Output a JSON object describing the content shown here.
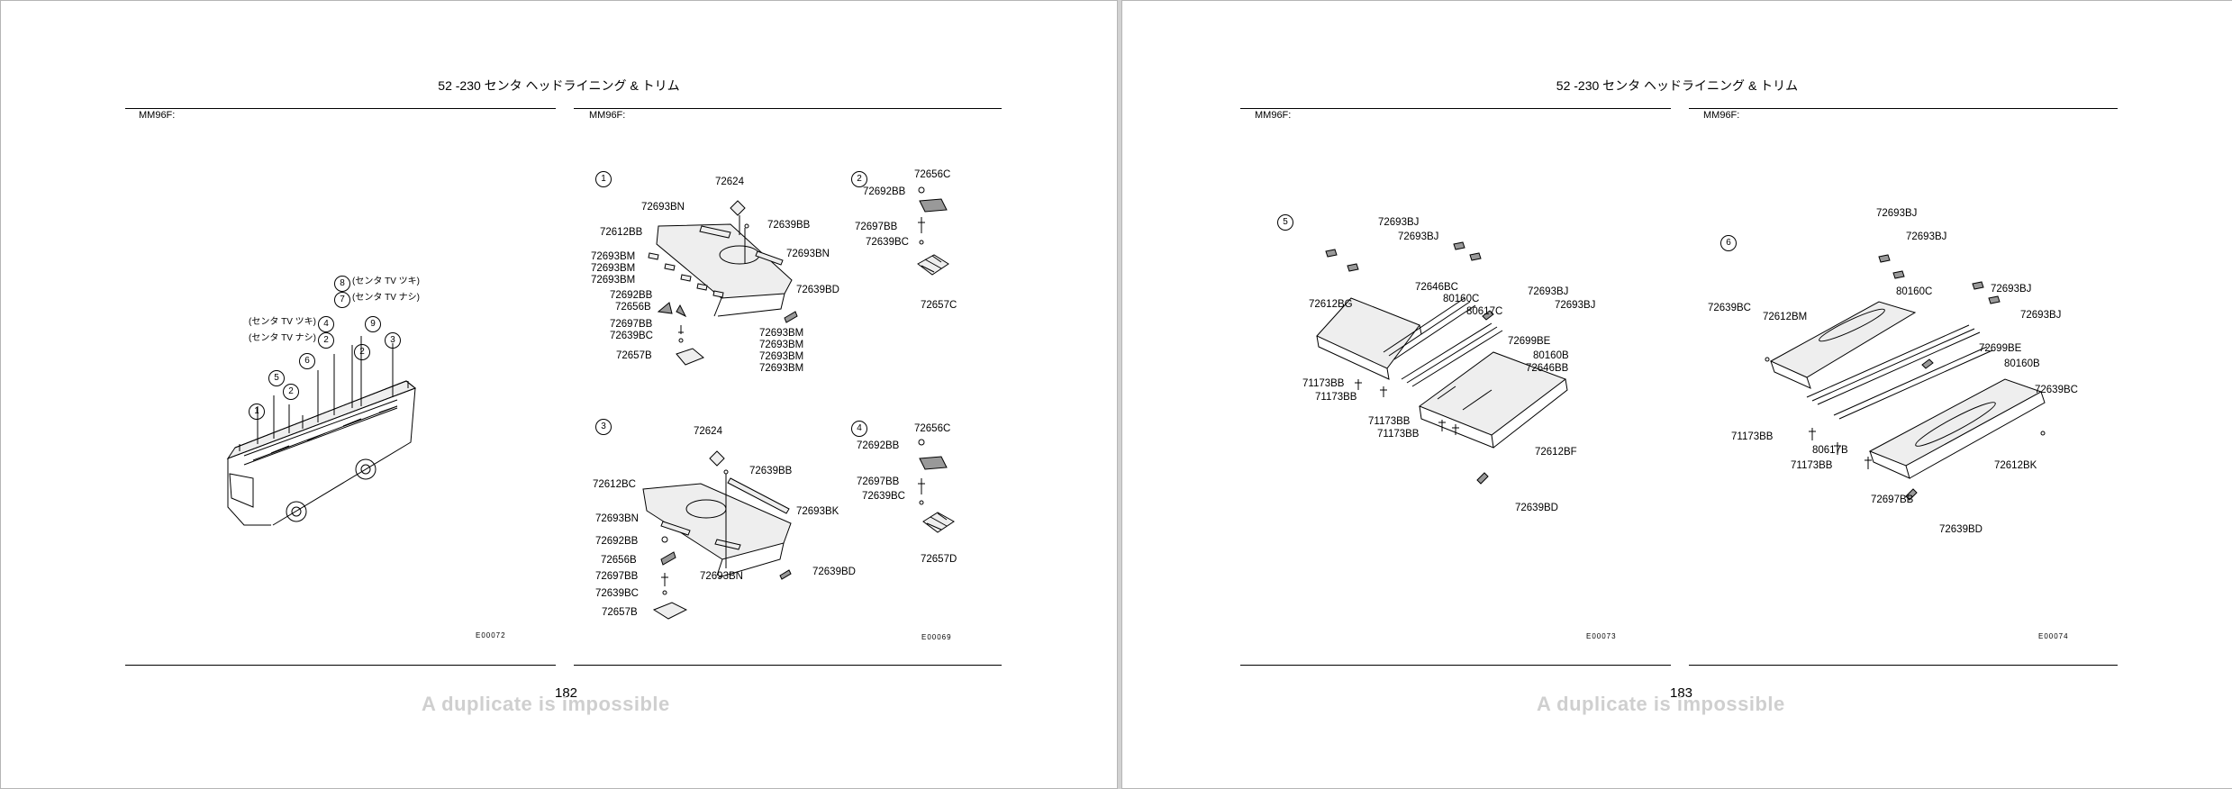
{
  "pages": [
    {
      "title": "52 -230  センタ ヘッドライニング & トリム",
      "model_left": "MM96F:",
      "model_right": "MM96F:",
      "code_left": "E00072",
      "code_right": "E00069",
      "page_number": "182",
      "watermark": "A duplicate is impossible",
      "bus_callouts": [
        {
          "text": "(センタ TV ツキ)"
        },
        {
          "text": "(センタ TV ナシ)"
        },
        {
          "text": "(センタ TV ツキ)"
        },
        {
          "text": "(センタ TV ナシ)"
        },
        {
          "text": "8"
        },
        {
          "text": "7"
        },
        {
          "text": "4"
        },
        {
          "text": "2"
        },
        {
          "text": "6"
        },
        {
          "text": "5"
        },
        {
          "text": "2"
        },
        {
          "text": "1"
        },
        {
          "text": "9"
        },
        {
          "text": "2"
        },
        {
          "text": "3"
        }
      ],
      "diagram1": {
        "marker": "1",
        "labels": [
          "72624",
          "72693BN",
          "72639BB",
          "72612BB",
          "72693BN",
          "72693BM",
          "72693BM",
          "72693BM",
          "72692BB",
          "72656B",
          "72639BD",
          "72697BB",
          "72639BC",
          "72657B",
          "72693BM",
          "72693BM",
          "72693BM",
          "72693BM"
        ]
      },
      "diagram2": {
        "marker": "2",
        "labels": [
          "72656C",
          "72692BB",
          "72697BB",
          "72639BC",
          "72657C"
        ]
      },
      "diagram3": {
        "marker": "3",
        "labels": [
          "72624",
          "72639BB",
          "72612BC",
          "72693BK",
          "72693BN",
          "72692BB",
          "72656B",
          "72697BB",
          "72693BN",
          "72639BD",
          "72639BC",
          "72657B"
        ]
      },
      "diagram4": {
        "marker": "4",
        "labels": [
          "72656C",
          "72692BB",
          "72697BB",
          "72639BC",
          "72657D"
        ]
      }
    },
    {
      "title": "52 -230  センタ ヘッドライニング & トリム",
      "model_left": "MM96F:",
      "model_right": "MM96F:",
      "code_left": "E00073",
      "code_right": "E00074",
      "page_number": "183",
      "watermark": "A duplicate is impossible",
      "diagram5": {
        "marker": "5",
        "labels": [
          "72693BJ",
          "72693BJ",
          "72612BG",
          "72646BC",
          "80160C",
          "80617C",
          "72693BJ",
          "72693BJ",
          "72699BE",
          "80160B",
          "72646BB",
          "71173BB",
          "71173BB",
          "71173BB",
          "71173BB",
          "72612BF",
          "72639BD"
        ]
      },
      "diagram6": {
        "marker": "6",
        "labels": [
          "72693BJ",
          "72693BJ",
          "80160C",
          "72693BJ",
          "72693BJ",
          "72639BC",
          "72612BM",
          "72699BE",
          "80160B",
          "72639BC",
          "71173BB",
          "80617B",
          "71173BB",
          "72612BK",
          "72697BB",
          "72639BD"
        ]
      }
    }
  ]
}
